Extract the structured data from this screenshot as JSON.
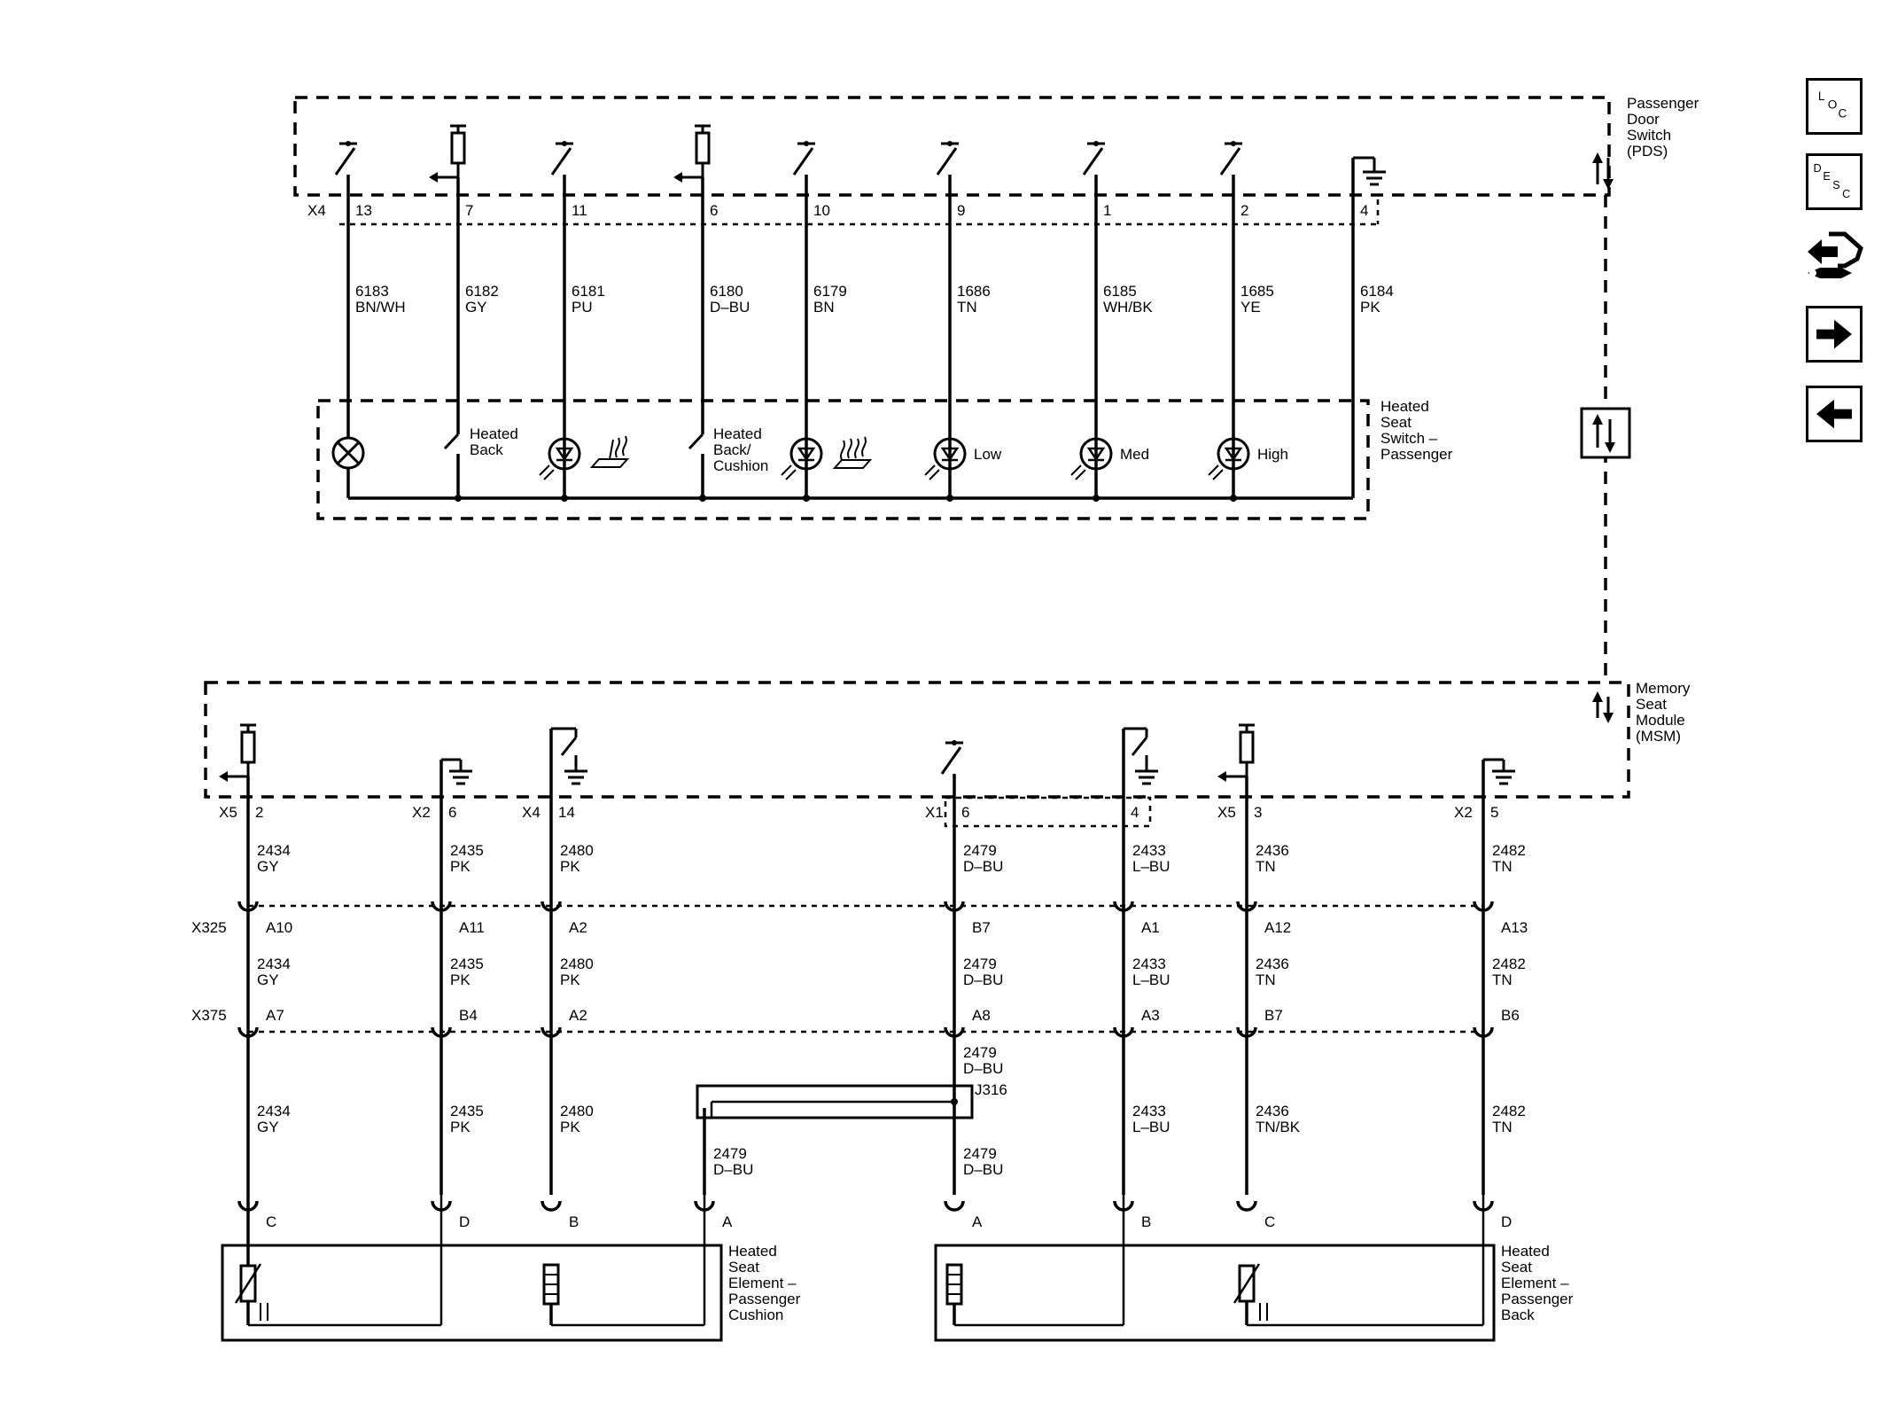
{
  "components": {
    "pds": "Passenger\nDoor\nSwitch\n(PDS)",
    "switch": "Heated\nSeat\nSwitch –\nPassenger",
    "msm": "Memory\nSeat\nModule\n(MSM)",
    "cushion": "Heated\nSeat\nElement –\nPassenger\nCushion",
    "back": "Heated\nSeat\nElement –\nPassenger\nBack"
  },
  "pds_connector": "X4",
  "pds_pins": [
    {
      "pin": "13",
      "circuit": "6183",
      "color": "BN/WH"
    },
    {
      "pin": "7",
      "circuit": "6182",
      "color": "GY"
    },
    {
      "pin": "11",
      "circuit": "6181",
      "color": "PU"
    },
    {
      "pin": "6",
      "circuit": "6180",
      "color": "D–BU"
    },
    {
      "pin": "10",
      "circuit": "6179",
      "color": "BN"
    },
    {
      "pin": "9",
      "circuit": "1686",
      "color": "TN"
    },
    {
      "pin": "1",
      "circuit": "6185",
      "color": "WH/BK"
    },
    {
      "pin": "2",
      "circuit": "1685",
      "color": "YE"
    },
    {
      "pin": "4",
      "circuit": "6184",
      "color": "PK"
    }
  ],
  "switch_labels": {
    "back": "Heated\nBack",
    "back_cushion": "Heated\nBack/\nCushion",
    "low": "Low",
    "med": "Med",
    "high": "High"
  },
  "msm_pins": [
    {
      "conn": "X5",
      "pin": "2",
      "circuit": "2434",
      "color": "GY"
    },
    {
      "conn": "X2",
      "pin": "6",
      "circuit": "2435",
      "color": "PK"
    },
    {
      "conn": "X4",
      "pin": "14",
      "circuit": "2480",
      "color": "PK"
    },
    {
      "conn": "X1",
      "pin": "6",
      "circuit": "2479",
      "color": "D–BU"
    },
    {
      "conn": "",
      "pin": "4",
      "circuit": "2433",
      "color": "L–BU"
    },
    {
      "conn": "X5",
      "pin": "3",
      "circuit": "2436",
      "color": "TN"
    },
    {
      "conn": "X2",
      "pin": "5",
      "circuit": "2482",
      "color": "TN"
    }
  ],
  "x325": {
    "name": "X325",
    "pins": [
      "A10",
      "A11",
      "A2",
      "B7",
      "A1",
      "A12",
      "A13"
    ]
  },
  "mid_circuits": [
    {
      "circuit": "2434",
      "color": "GY"
    },
    {
      "circuit": "2435",
      "color": "PK"
    },
    {
      "circuit": "2480",
      "color": "PK"
    },
    {
      "circuit": "2479",
      "color": "D–BU"
    },
    {
      "circuit": "2433",
      "color": "L–BU"
    },
    {
      "circuit": "2436",
      "color": "TN"
    },
    {
      "circuit": "2482",
      "color": "TN"
    }
  ],
  "x375": {
    "name": "X375",
    "pins": [
      "A7",
      "B4",
      "A2",
      "A8",
      "A3",
      "B7",
      "B6"
    ]
  },
  "low_circuits": [
    {
      "circuit": "2434",
      "color": "GY"
    },
    {
      "circuit": "2435",
      "color": "PK"
    },
    {
      "circuit": "2480",
      "color": "PK"
    },
    {
      "circuit": "2479",
      "color": "D–BU"
    },
    {
      "circuit": "2479",
      "color": "D–BU"
    },
    {
      "circuit": "2433",
      "color": "L–BU"
    },
    {
      "circuit": "2436",
      "color": "TN/BK"
    },
    {
      "circuit": "2482",
      "color": "TN"
    }
  ],
  "splice": {
    "name": "J316",
    "above_circuit": "2479",
    "above_color": "D–BU"
  },
  "element_pins": [
    "C",
    "D",
    "B",
    "A",
    "A",
    "B",
    "C",
    "D"
  ],
  "nav": {
    "loc_text": [
      "L",
      "O",
      "C"
    ],
    "desc_text": [
      "D",
      "E",
      "S",
      "C"
    ],
    "icons": [
      "loc-icon",
      "desc-icon",
      "connector-views-icon",
      "next-page-icon",
      "previous-page-icon"
    ]
  }
}
